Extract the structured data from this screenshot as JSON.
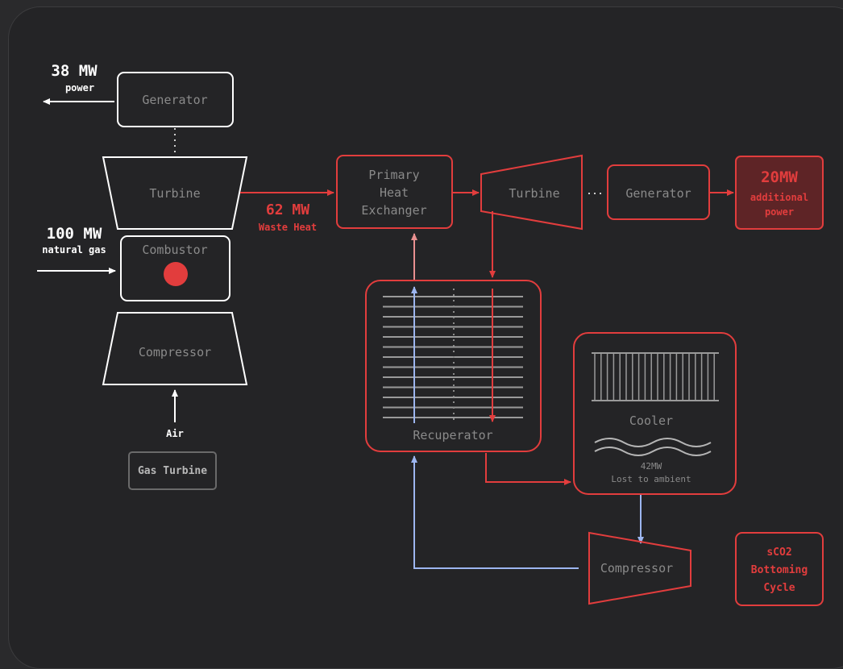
{
  "gas_turbine": {
    "output_value": "38 MW",
    "output_label": "power",
    "input_value": "100 MW",
    "input_label": "natural gas",
    "generator": "Generator",
    "turbine": "Turbine",
    "combustor": "Combustor",
    "compressor": "Compressor",
    "air": "Air",
    "badge": "Gas Turbine"
  },
  "waste_heat": {
    "value": "62 MW",
    "label": "Waste Heat"
  },
  "bottoming": {
    "hx_line1": "Primary",
    "hx_line2": "Heat",
    "hx_line3": "Exchanger",
    "turbine": "Turbine",
    "generator": "Generator",
    "output_value": "20MW",
    "output_line1": "additional",
    "output_line2": "power",
    "recuperator": "Recuperator",
    "cooler": "Cooler",
    "cooler_value": "42MW",
    "cooler_label": "Lost to ambient",
    "compressor": "Compressor",
    "badge_line1": "sCO2",
    "badge_line2": "Bottoming",
    "badge_line3": "Cycle"
  },
  "colors": {
    "white": "#ffffff",
    "red": "#e23d3d",
    "blue": "#9db6f0",
    "gray": "#8a8a8a"
  }
}
